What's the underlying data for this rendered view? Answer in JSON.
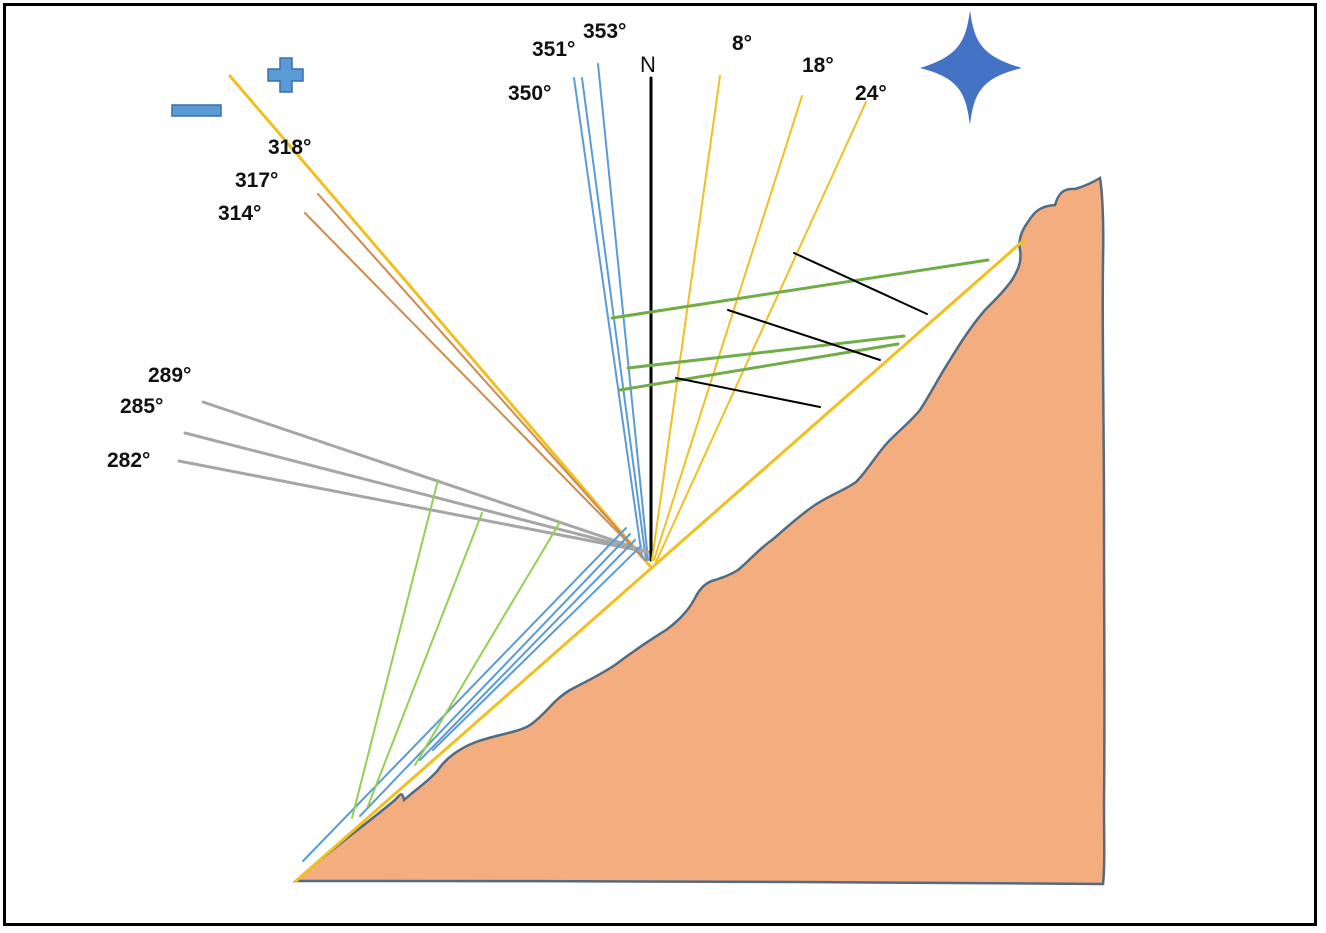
{
  "colors": {
    "slope_fill": "#f3ad7f",
    "slope_outline": "#536a80",
    "yellow": "#f0c020",
    "blue": "#5b9bd5",
    "orange": "#d08b4c",
    "gray": "#a6a6a6",
    "green_light": "#92d050",
    "green_dark": "#70ad47",
    "black": "#000000",
    "compass_star": "#4472c4",
    "plus_sign": "#5b9bd5",
    "minus_sign": "#5b9bd5"
  },
  "north_label": "N",
  "angle_labels": {
    "a353": "353°",
    "a351": "351°",
    "a350": "350°",
    "a8": "8°",
    "a18": "18°",
    "a24": "24°",
    "a318": "318°",
    "a317": "317°",
    "a314": "314°",
    "a289": "289°",
    "a285": "285°",
    "a282": "282°"
  },
  "icons": {
    "plus": "plus-sign-icon",
    "minus": "minus-sign-icon",
    "compass": "compass-star-icon"
  }
}
